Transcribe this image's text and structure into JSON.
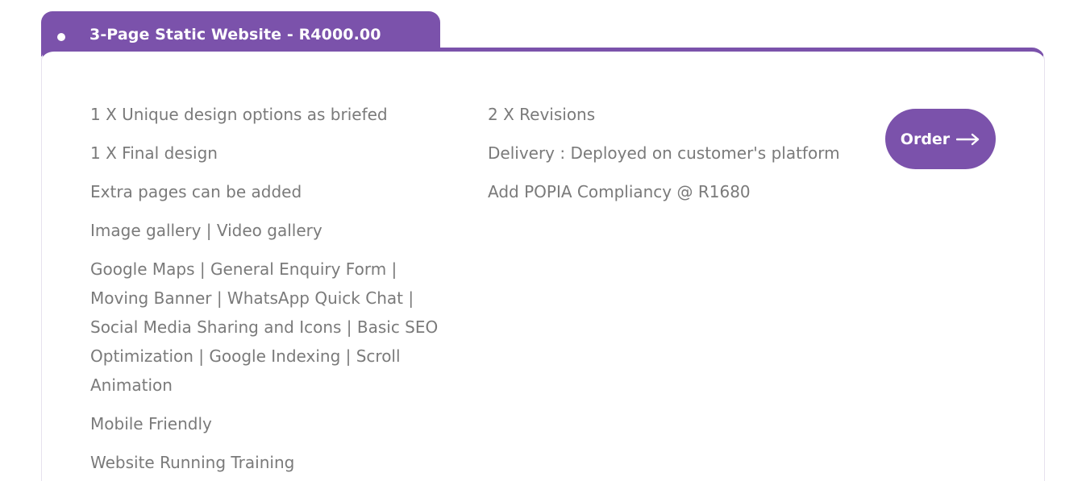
{
  "package": {
    "title": "3-Page Static Website - R4000.00",
    "accent_color": "#7b52ab",
    "bullet_icon": "bullet-dot-icon"
  },
  "features_left": [
    "1 X Unique design options as briefed",
    "1 X Final design",
    "Extra pages can be added",
    "Image gallery | Video gallery",
    "Google Maps | General Enquiry Form | Moving Banner | WhatsApp Quick Chat | Social Media Sharing and Icons | Basic SEO Optimization | Google Indexing | Scroll Animation",
    "Mobile Friendly",
    "Website Running Training"
  ],
  "features_right": [
    "2 X Revisions",
    "Delivery : Deployed on customer's platform",
    "Add POPIA Compliancy @ R1680"
  ],
  "order_button": {
    "label": "Order",
    "icon": "arrow-right-icon"
  }
}
